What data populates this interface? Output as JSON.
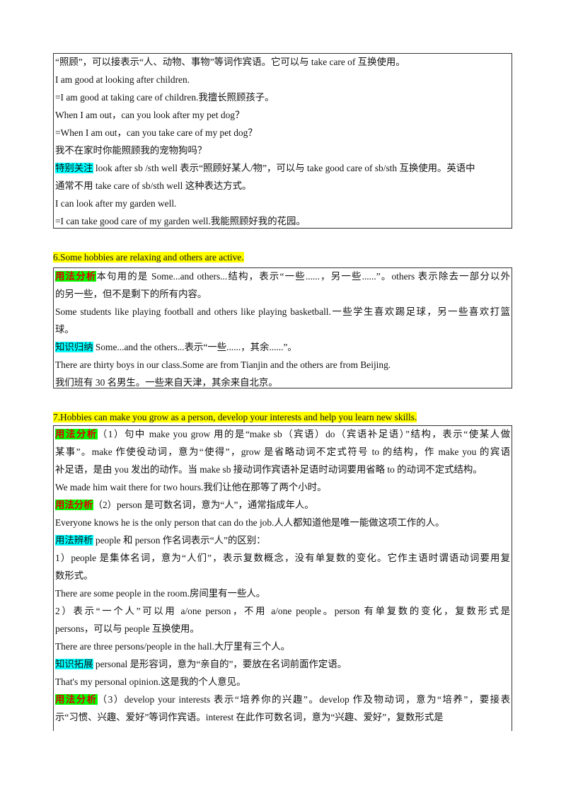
{
  "section5": {
    "lines": [
      "“照顾”，可以接表示“人、动物、事物”等词作宾语。它可以与 take care of 互换使用。",
      "I am good at looking after children.",
      "=I am good at taking care of children.我擅长照顾孩子。",
      "When I am out，can you look after my pet dog？",
      "=When I am out，can you take care of my pet dog？",
      "我不在家时你能照顾我的宠物狗吗？"
    ],
    "tag1": "特别关注",
    "tag1_text_a": " look after sb /sth well 表示“照顾好某人/物”，可以与 take good care of sb/sth 互换使用。英语中",
    "tag1_text_b": "通常不用 take care of sb/sth well 这种表达方式。",
    "lines2": [
      "I can look after my garden well.",
      "=I can take good care of my garden well.我能照顾好我的花园。"
    ]
  },
  "section6": {
    "heading": "6.Some hobbies are relaxing and others are active.",
    "tag_usage": "用法分析",
    "usage_a": "本句用的是 Some...and others...结构，表示“一些......，另一些......”。others 表示除去一部分以外",
    "usage_b": "的另一些，但不是剩下的所有内容。",
    "ex1_a": "Some students like playing football and others like playing basketball.一些学生喜欢踢足球，另一些喜欢打篮",
    "ex1_b": "球。",
    "tag_summary": "知识归纳",
    "summary": "  Some...and the others...表示“一些......，其余......”。",
    "ex2_a": "There are thirty boys in our class.Some are from Tianjin and the others are from Beijing.",
    "ex2_b": "我们班有 30 名男生。一些来自天津，其余来自北京。"
  },
  "section7": {
    "heading": "7.Hobbies can make you grow as a person, develop your interests and help you learn new skills.",
    "tag_usage": "用法分析",
    "p1_a": "（1）句中 make you grow 用的是“make sb（宾语）do（宾语补足语）”结构，表示“使某人做",
    "p1_b": "某事”。make 作使役动词，意为“使得”，grow 是省略动词不定式符号 to 的结构，作 make you 的宾语",
    "p1_c": "补足语，是由 you 发出的动作。当 make sb 接动词作宾语补足语时动词要用省略 to 的动词不定式结构。",
    "ex1": "We made him wait there for two hours.我们让他在那等了两个小时。",
    "p2": "（2）person 是可数名词，意为“人”，通常指成年人。",
    "ex2": "Everyone knows he is the only person that can do the job.人人都知道他是唯一能做这项工作的人。",
    "tag_distinguish": "用法辨析",
    "distinguish": "  people 和 person 作名词表示“人”的区别：",
    "d1_a": "1）people 是集体名词，意为“人们”，表示复数概念，没有单复数的变化。它作主语时谓语动词要用复",
    "d1_b": "数形式。",
    "ex3": "There are some people in the room.房间里有一些人。",
    "d2_a": "2）表示“一个人”可以用 a/one person，不用 a/one people。person 有单复数的变化，复数形式是",
    "d2_b": "persons，可以与 people 互换使用。",
    "ex4": "There are three persons/people in the hall.大厅里有三个人。",
    "tag_expand": "知识拓展",
    "expand": "  personal 是形容词，意为“亲自的”，要放在名词前面作定语。",
    "ex5": "That's my personal opinion.这是我的个人意见。",
    "p3_a": "（3）develop your interests 表示“培养你的兴趣”。develop 作及物动词，意为“培养”，要接表",
    "p3_b": "示“习惯、兴趣、爱好”等词作宾语。interest 在此作可数名词，意为“兴趣、爱好”，复数形式是"
  }
}
